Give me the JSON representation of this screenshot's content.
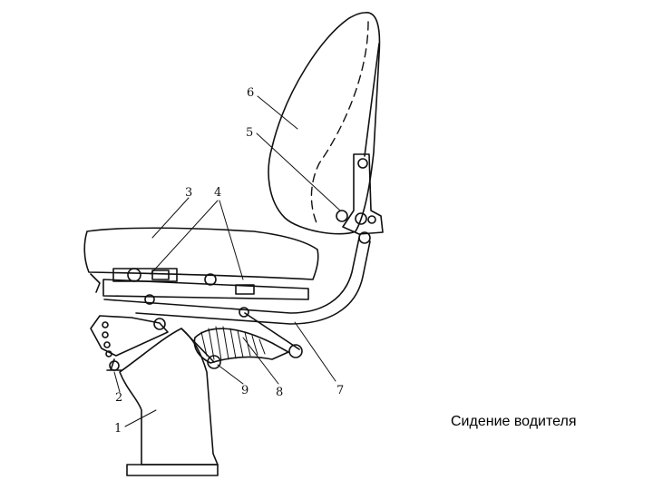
{
  "figure": {
    "caption": "Сидение водителя",
    "callouts": [
      "1",
      "2",
      "3",
      "4",
      "5",
      "6",
      "7",
      "8",
      "9"
    ]
  },
  "colors": {
    "line": "#111111",
    "background": "#ffffff"
  }
}
